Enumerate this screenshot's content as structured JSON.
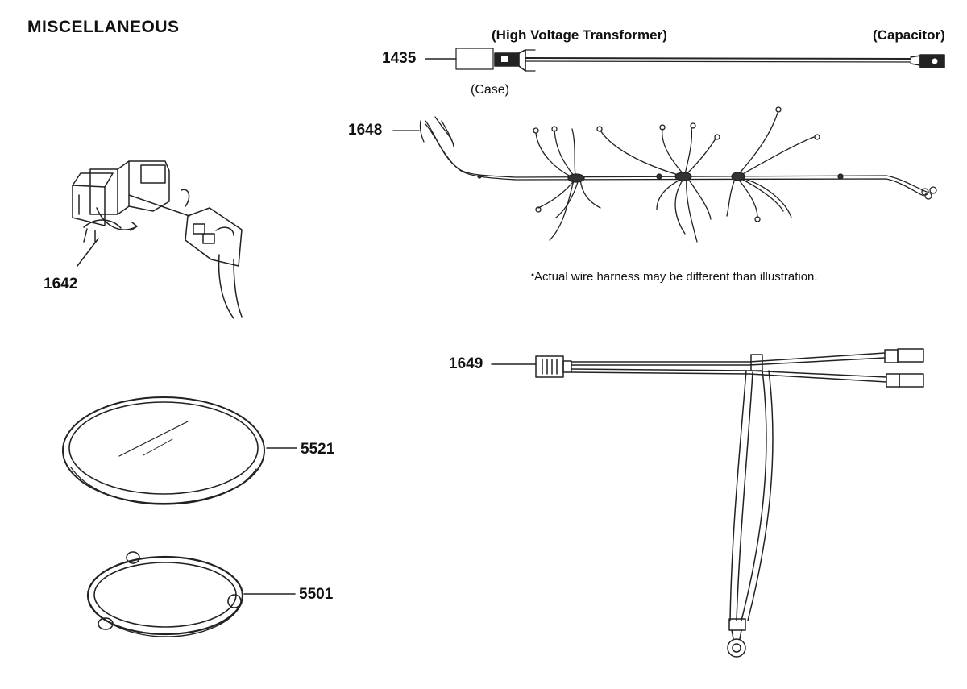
{
  "section_title": "MISCELLANEOUS",
  "parts": [
    {
      "number": "1435"
    },
    {
      "number": "1648"
    },
    {
      "number": "1642"
    },
    {
      "number": "1649"
    },
    {
      "number": "5521"
    },
    {
      "number": "5501"
    }
  ],
  "captions": {
    "high_voltage_transformer": "(High Voltage Transformer)",
    "capacitor": "(Capacitor)",
    "case": "(Case)",
    "harness_note": "Actual wire harness may be different than illustration."
  }
}
